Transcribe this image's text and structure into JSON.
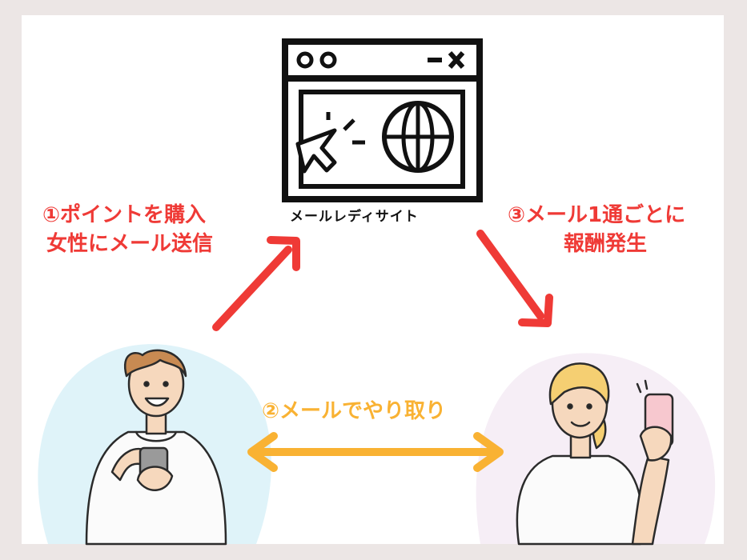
{
  "site": {
    "name": "メールレディサイト",
    "icon": "browser-window-globe-cursor-icon"
  },
  "steps": {
    "step1": {
      "line1": "①ポイントを購入",
      "line2": "女性にメール送信"
    },
    "step2": {
      "line1": "②メールでやり取り"
    },
    "step3": {
      "line1": "③メール1通ごとに",
      "line2": "報酬発生"
    }
  },
  "people": {
    "man": "man-with-smartphone-illustration",
    "woman": "woman-with-smartphone-illustration"
  },
  "colors": {
    "red": "#ef3a36",
    "orange": "#f9b233",
    "man_bg": "#dff3f9",
    "woman_bg": "#f6eef6"
  }
}
